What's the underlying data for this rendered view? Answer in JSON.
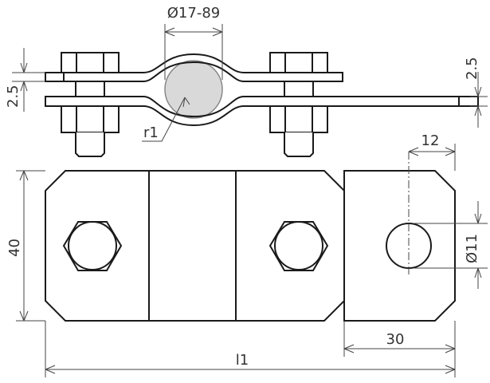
{
  "drawing": {
    "dimensions": {
      "pipe_diameter": "Ø17-89",
      "strap_thickness_left": "2.5",
      "strap_thickness_right": "2.5",
      "radius": "r1",
      "hole_offset": "12",
      "height": "40",
      "hole_diameter": "Ø11",
      "end_length": "30",
      "total_length": "l1"
    },
    "colors": {
      "line": "#1a1a1a",
      "pipe_fill": "#d9d9d9",
      "dim_line": "#444444"
    }
  }
}
